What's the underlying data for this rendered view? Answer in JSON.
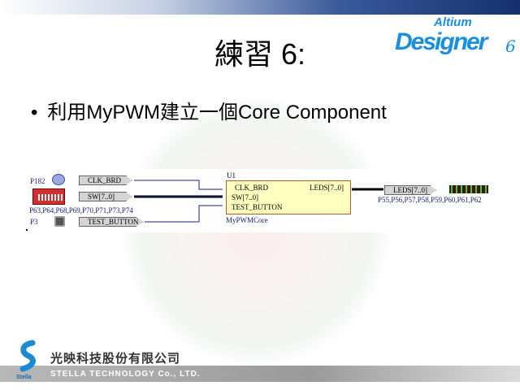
{
  "slide": {
    "title": "練習 6:",
    "bullet": "利用MyPWM建立一個Core Component"
  },
  "logo": {
    "brand": "Altium",
    "product": "Designer",
    "version": "6"
  },
  "schematic": {
    "clk_designator": "P182",
    "clk_port": "CLK_BRD",
    "sw_port": "SW[7..0]",
    "sw_pins": "P63,P64,P68,P69,P70,P71,P73,P74",
    "btn_designator": "P3",
    "btn_port": "TEST_BUTTON",
    "component": {
      "designator": "U1",
      "inputs": [
        "CLK_BRD",
        "SW[7..0]",
        "TEST_BUTTON"
      ],
      "output": "LEDS[7..0]",
      "name": "MyPWMCore"
    },
    "led_port": "LEDS[7..0]",
    "led_pins": "P55,P56,P57,P58,P59,P60,P61,P62"
  },
  "footer": {
    "company_cn": "光映科技股份有限公司",
    "company_en": "STELLA TECHNOLOGY Co., LTD.",
    "logo_text": "Stella"
  }
}
